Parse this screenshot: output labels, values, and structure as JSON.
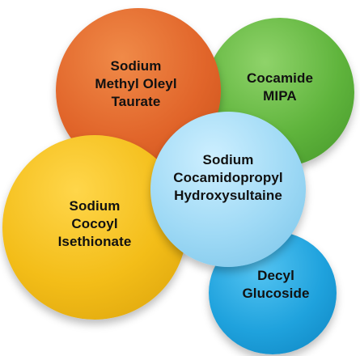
{
  "circles": [
    {
      "id": "orange",
      "lines": [
        "Sodium",
        "Methyl Oleyl",
        "Taurate"
      ],
      "color": "#e1652a"
    },
    {
      "id": "green",
      "lines": [
        "Cocamide",
        "MIPA"
      ],
      "color": "#5fb43c"
    },
    {
      "id": "yellow",
      "lines": [
        "Sodium",
        "Cocoyl",
        "Isethionate"
      ],
      "color": "#f3bd18"
    },
    {
      "id": "blue",
      "lines": [
        "Decyl",
        "Glucoside"
      ],
      "color": "#1fa2dd"
    },
    {
      "id": "lightblue",
      "lines": [
        "Sodium",
        "Cocamidopropyl",
        "Hydroxysultaine"
      ],
      "color": "#9ed9f5"
    }
  ]
}
